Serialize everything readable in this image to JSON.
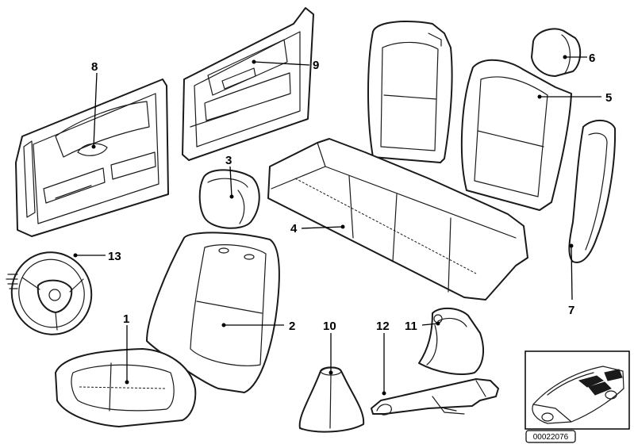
{
  "callouts": {
    "c1": "1",
    "c2": "2",
    "c3": "3",
    "c4": "4",
    "c5": "5",
    "c6": "6",
    "c7": "7",
    "c8": "8",
    "c9": "9",
    "c10": "10",
    "c11": "11",
    "c12": "12",
    "c13": "13"
  },
  "reference_number": "00022076",
  "colors": {
    "line": "#1a1a1a",
    "background": "#ffffff"
  }
}
